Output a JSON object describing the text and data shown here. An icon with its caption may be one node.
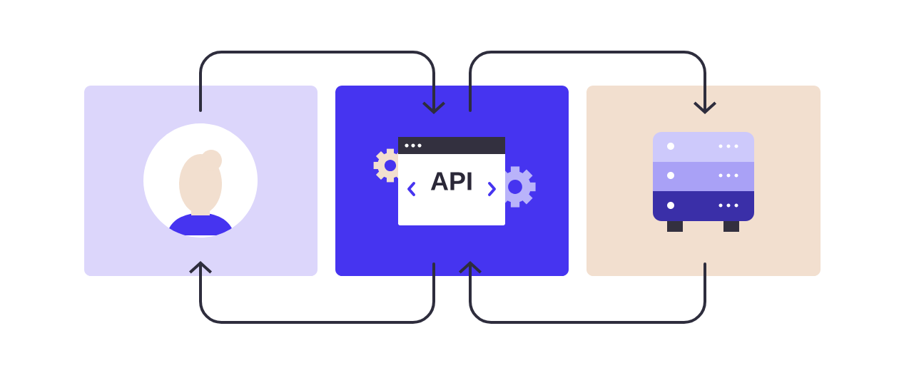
{
  "diagram": {
    "nodes": [
      {
        "text": [],
        "shape": "box"
      },
      {
        "text": [],
        "shape": "box"
      },
      {
        "text": [],
        "shape": "box"
      },
      {
        "text": [
          "API"
        ],
        "in": 1
      }
    ],
    "edges": [
      {
        "from": 0,
        "to": 1,
        "arrow": "to"
      },
      {
        "from": 1,
        "to": 2,
        "arrow": "to"
      },
      {
        "from": 2,
        "to": 1,
        "arrow": "to"
      },
      {
        "from": 1,
        "to": 0,
        "arrow": "to"
      }
    ]
  }
}
